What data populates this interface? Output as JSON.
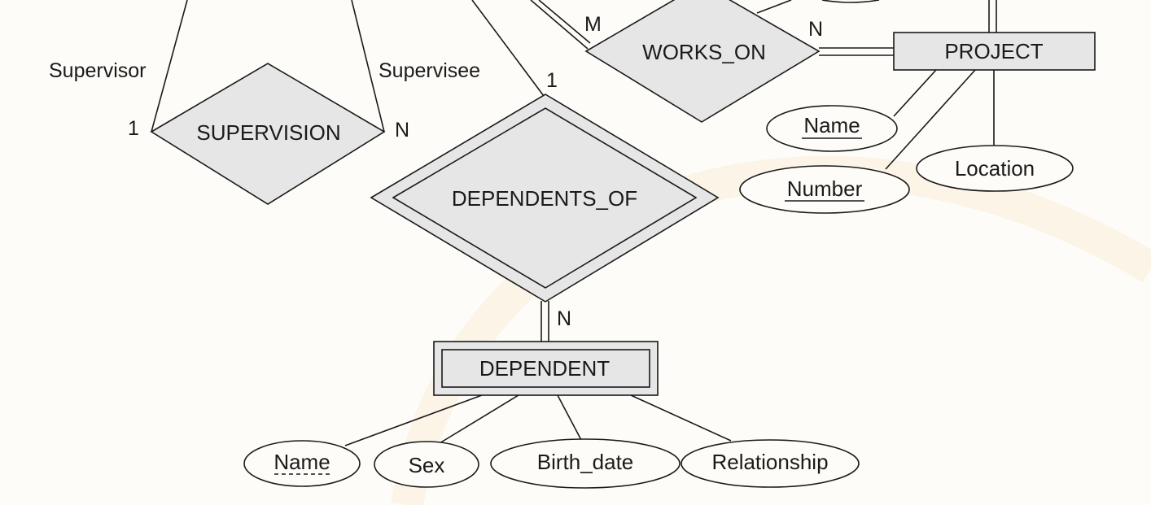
{
  "entities": {
    "project": "PROJECT",
    "dependent": "DEPENDENT"
  },
  "relationships": {
    "works_on": "WORKS_ON",
    "supervision": "SUPERVISION",
    "dependents_of": "DEPENDENTS_OF"
  },
  "roles": {
    "supervisor": "Supervisor",
    "supervisee": "Supervisee"
  },
  "cardinalities": {
    "works_on_employee": "M",
    "works_on_project": "N",
    "supervisor_side": "1",
    "supervisee_side": "N",
    "dependents_of_employee": "1",
    "dependents_of_dependent": "N"
  },
  "project_attributes": {
    "name": "Name",
    "number": "Number",
    "location": "Location"
  },
  "dependent_attributes": {
    "name": "Name",
    "sex": "Sex",
    "birth_date": "Birth_date",
    "relationship": "Relationship"
  },
  "colors": {
    "shape_fill": "#e6e6e6",
    "background": "#fdfcf8",
    "stroke": "#1a1a1a"
  }
}
